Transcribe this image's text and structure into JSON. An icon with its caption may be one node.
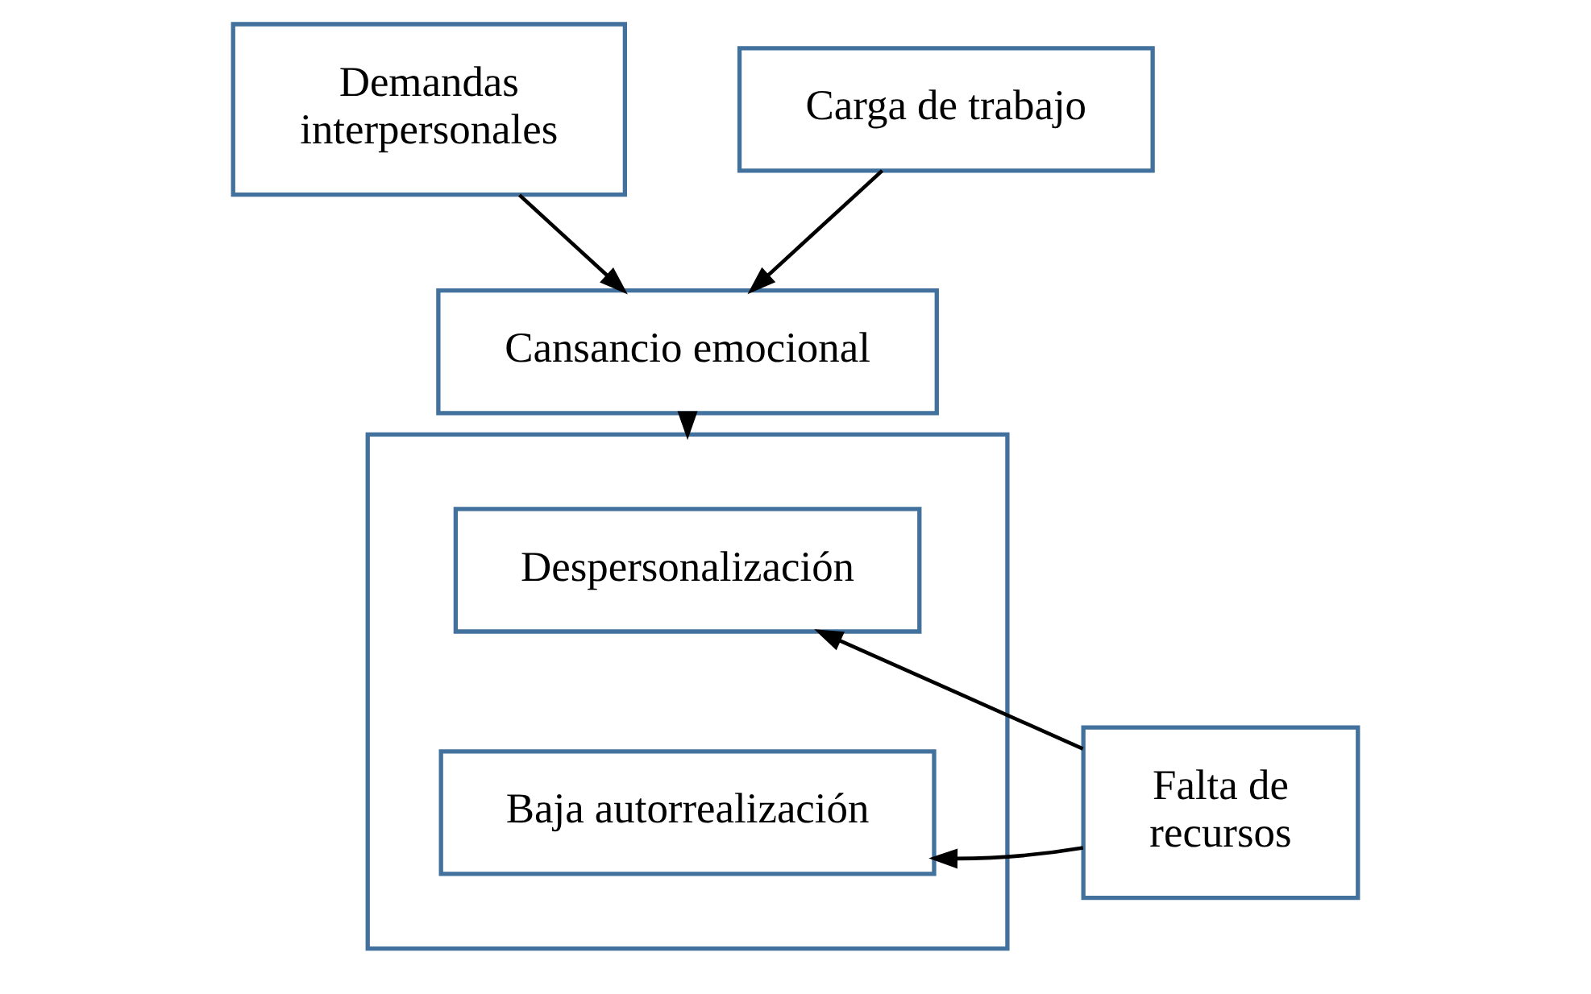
{
  "diagram": {
    "nodes": [
      {
        "text": [
          "Demandas interpersonales"
        ]
      },
      {
        "text": [
          "Carga de trabajo"
        ]
      },
      {
        "text": [
          "Cansancio emocional"
        ]
      },
      {
        "text": [],
        "shape": "box"
      },
      {
        "text": [
          "Despersonalización"
        ],
        "in": 3
      },
      {
        "text": [
          "Baja autorrealización"
        ],
        "in": 3
      },
      {
        "text": [
          "Falta de recursos"
        ]
      }
    ],
    "edges": [
      {
        "from": 0,
        "to": 2,
        "arrow": "to"
      },
      {
        "from": 1,
        "to": 2,
        "arrow": "to"
      },
      {
        "from": 2,
        "to": 3,
        "arrow": "to"
      },
      {
        "from": 6,
        "to": 4,
        "arrow": "to"
      },
      {
        "from": 6,
        "to": 5,
        "arrow": "to"
      }
    ]
  }
}
